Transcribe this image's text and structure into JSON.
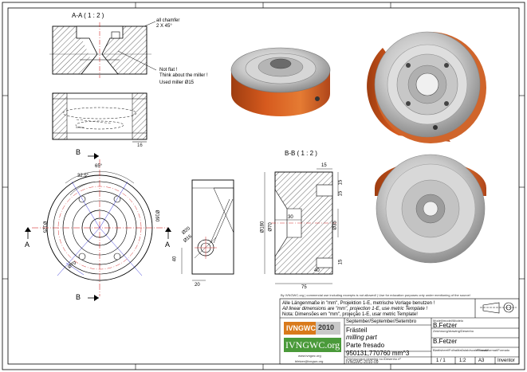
{
  "views": {
    "section_aa_title": "A-A ( 1 : 2 )",
    "section_bb_title": "B-B ( 1 : 2 )",
    "note_chamfer": [
      "all chamfer",
      "2 X 45°"
    ],
    "note_not_flat": [
      "Not flat !",
      "Think about the miller !"
    ],
    "note_used_miller": "Used miller Ø15",
    "marker_a": "A",
    "marker_b": "B"
  },
  "dimensions": {
    "front_16": "16",
    "angle_65": "65°",
    "angle_325": "32.5°",
    "dia_160": "Ø160",
    "dia_125": "Ø125",
    "dia_70": "Ø70",
    "side_40": "40",
    "side_20": "20",
    "side_dia_20": "Ø20",
    "side_dia_16": "Ø16",
    "bb_15_top": "15",
    "bb_15_a": "15",
    "bb_15_b": "15",
    "bb_30": "30",
    "bb_dia_180": "Ø180",
    "bb_dia_70": "Ø70",
    "bb_dia_35": "Ø35",
    "bb_15_c": "15",
    "bb_40": "40",
    "bb_75": "75"
  },
  "notice": "By IVNGWC.org | commercial use including excerpts is not allowed! | Use for education purposes only under mentioning of the source!",
  "title_block": {
    "lang_note_1": "Alle Längenmaße in \"mm\", Projektion 1-E, metrische Vorlage benutzen !",
    "lang_note_2": "All linear dimensions are \"mm\", projection 1-E, use metric Template !",
    "lang_note_3": "Nota: Dimensões em \"mm\", projeção 1-E, usar metric Template!",
    "logo_brand": "IVNGWC",
    "logo_year": "2010",
    "logo_domain": "IVNGWC.org",
    "logo_sub": "www.ivngwc.org",
    "date_header": "September/September/Setembro",
    "title_de": "Frästeil",
    "title_en": "milling part",
    "title_pt": "Parte fresado",
    "volume": "950131,770760 mm^3",
    "model_header": "Modell/model/Modelo",
    "modeler": "B.Fetzer",
    "drawing_header": "Zeichnung/drawing/Desenho",
    "drafter": "B.Fetzer",
    "sheet_header": "Blatt/sheet/Folha",
    "sheet": "1 / 1",
    "scale_header": "Maßstab/scale/Escala",
    "scale": "1:2",
    "format_header": "Format/format/Formato",
    "format": "A3",
    "software": "Inventor",
    "email": "bfetzer@ivngwc.org",
    "drawno_header": "Zeichnungsnr./drawing no./Desenho nº",
    "drawno": "IVNGWC-2010-09"
  }
}
